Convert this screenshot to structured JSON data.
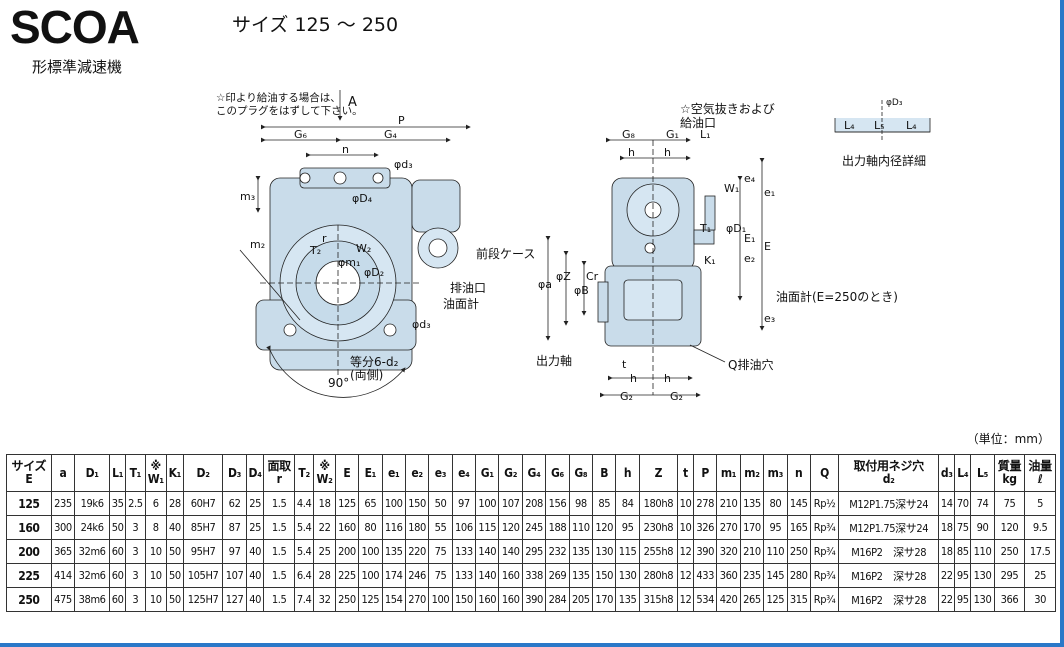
{
  "header": {
    "title": "SCOA",
    "subtitle": "形標準減速機",
    "size_range": "サイズ 125 ～ 250"
  },
  "drawing": {
    "note_oil_plug": [
      "☆印より給油する場合は、",
      "このプラグをはずして下さい。"
    ],
    "arrow_a": "A",
    "label_front_case": "前段ケース",
    "label_drain": "排油口",
    "label_oil_gauge": "油面計",
    "label_equal_div": [
      "等分6-d₂",
      "(両側)"
    ],
    "label_angle": "90°",
    "label_air_vent": [
      "☆空気抜きおよび",
      "給油口"
    ],
    "label_output_shaft": "出力軸",
    "label_oil_gauge_e250": "油面計(E=250のとき)",
    "label_q_drain": "Q排油穴",
    "label_detail_title": "出力軸内径詳細",
    "dims_left": [
      "P",
      "G₆",
      "G₄",
      "n",
      "φd₃",
      "m₃",
      "m₂",
      "W₂",
      "φm₁",
      "φD₂",
      "φD₄",
      "r",
      "T₂",
      "φd₃"
    ],
    "dims_right": [
      "G₈",
      "G₁",
      "L₁",
      "h",
      "h",
      "W₁",
      "e₄",
      "e₁",
      "φD₁",
      "T₁",
      "E₁",
      "e₂",
      "E",
      "K₁",
      "φa",
      "φZ",
      "φB",
      "Cr",
      "e₃",
      "t",
      "h",
      "h",
      "G₂",
      "G₂"
    ],
    "dims_detail": [
      "L₄",
      "L₅",
      "L₄",
      "φD₃"
    ]
  },
  "table": {
    "unit": "（単位：mm）",
    "headers": [
      "サイズ\nE",
      "a",
      "D₁",
      "L₁",
      "T₁",
      "※\nW₁",
      "K₁",
      "D₂",
      "D₃",
      "D₄",
      "面取\nr",
      "T₂",
      "※\nW₂",
      "E",
      "E₁",
      "e₁",
      "e₂",
      "e₃",
      "e₄",
      "G₁",
      "G₂",
      "G₄",
      "G₆",
      "G₈",
      "B",
      "h",
      "Z",
      "t",
      "P",
      "m₁",
      "m₂",
      "m₃",
      "n",
      "Q",
      "取付用ネジ穴\nd₂",
      "d₃",
      "L₄",
      "L₅",
      "質量\nkg",
      "油量\nℓ"
    ],
    "rows": [
      [
        "125",
        "235",
        "19k6",
        "35",
        "2.5",
        "6",
        "28",
        "60H7",
        "62",
        "25",
        "1.5",
        "4.4",
        "18",
        "125",
        "65",
        "100",
        "150",
        "50",
        "97",
        "100",
        "107",
        "208",
        "156",
        "98",
        "85",
        "84",
        "180h8",
        "10",
        "278",
        "210",
        "135",
        "80",
        "145",
        "Rp½",
        "M12P1.75深サ24",
        "14",
        "70",
        "74",
        "75",
        "5"
      ],
      [
        "160",
        "300",
        "24k6",
        "50",
        "3",
        "8",
        "40",
        "85H7",
        "87",
        "25",
        "1.5",
        "5.4",
        "22",
        "160",
        "80",
        "116",
        "180",
        "55",
        "106",
        "115",
        "120",
        "245",
        "188",
        "110",
        "120",
        "95",
        "230h8",
        "10",
        "326",
        "270",
        "170",
        "95",
        "165",
        "Rp¾",
        "M12P1.75深サ24",
        "18",
        "75",
        "90",
        "120",
        "9.5"
      ],
      [
        "200",
        "365",
        "32m6",
        "60",
        "3",
        "10",
        "50",
        "95H7",
        "97",
        "40",
        "1.5",
        "5.4",
        "25",
        "200",
        "100",
        "135",
        "220",
        "75",
        "133",
        "140",
        "140",
        "295",
        "232",
        "135",
        "130",
        "115",
        "255h8",
        "12",
        "390",
        "320",
        "210",
        "110",
        "250",
        "Rp¾",
        "M16P2　深サ28",
        "18",
        "85",
        "110",
        "250",
        "17.5"
      ],
      [
        "225",
        "414",
        "32m6",
        "60",
        "3",
        "10",
        "50",
        "105H7",
        "107",
        "40",
        "1.5",
        "6.4",
        "28",
        "225",
        "100",
        "174",
        "246",
        "75",
        "133",
        "140",
        "160",
        "338",
        "269",
        "135",
        "150",
        "130",
        "280h8",
        "12",
        "433",
        "360",
        "235",
        "145",
        "280",
        "Rp¾",
        "M16P2　深サ28",
        "22",
        "95",
        "130",
        "295",
        "25"
      ],
      [
        "250",
        "475",
        "38m6",
        "60",
        "3",
        "10",
        "50",
        "125H7",
        "127",
        "40",
        "1.5",
        "7.4",
        "32",
        "250",
        "125",
        "154",
        "270",
        "100",
        "150",
        "160",
        "160",
        "390",
        "284",
        "205",
        "170",
        "135",
        "315h8",
        "12",
        "534",
        "420",
        "265",
        "125",
        "315",
        "Rp¾",
        "M16P2　深サ28",
        "22",
        "95",
        "130",
        "366",
        "30"
      ]
    ]
  }
}
